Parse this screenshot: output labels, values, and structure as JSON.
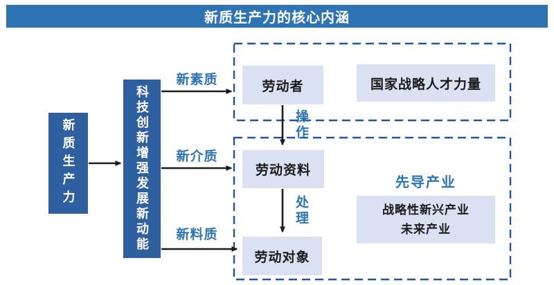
{
  "header": {
    "title": "新质生产力的核心内涵"
  },
  "nodes": {
    "source": "新质生产力",
    "driver": "科技创新增强发展新动能",
    "laborer": "劳动者",
    "talent": "国家战略人才力量",
    "materials": "劳动资料",
    "objects": "劳动对象",
    "industry_line1": "战略性新兴产业",
    "industry_line2": "未来产业"
  },
  "labels": {
    "new_quality": "新素质",
    "new_medium": "新介质",
    "new_material": "新料质",
    "operate": "操作",
    "process": "处理",
    "leading_industry": "先导产业"
  },
  "colors": {
    "header_bg": "#2E74B5",
    "solid_box_bg": "#2E5F9E",
    "light_box_bg": "#D9E1F2",
    "accent_text": "#2E74B5",
    "dashed_border": "#1F5597",
    "arrow": "#1A1A1A"
  }
}
